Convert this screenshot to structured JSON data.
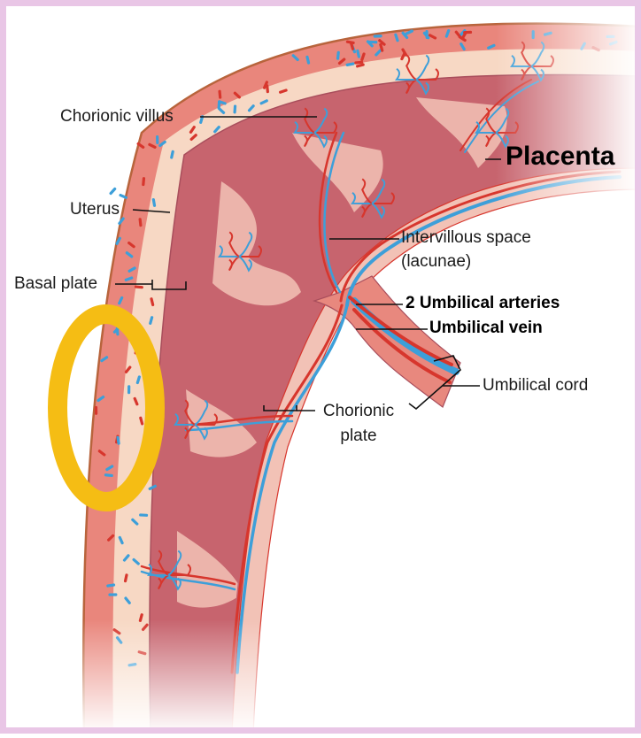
{
  "labels": {
    "chorionic_villus": "Chorionic villus",
    "placenta": "Placenta",
    "uterus": "Uterus",
    "intervillous_line1": "Intervillous space",
    "intervillous_line2": "(lacunae)",
    "basal_plate": "Basal plate",
    "umbilical_arteries": "2 Umbilical arteries",
    "umbilical_vein": "Umbilical vein",
    "umbilical_cord": "Umbilical cord",
    "chorionic_plate_line1": "Chorionic",
    "chorionic_plate_line2": "plate"
  },
  "colors": {
    "background": "#ffffff",
    "frame": "#e9c6e6",
    "uterus_wall": "#e9867c",
    "uterus_outline": "#b8643c",
    "basal_layer": "#f7d8c4",
    "placenta_tissue": "#c7646e",
    "placenta_shadow": "#a94e5c",
    "villus_fill": "#f2c2b6",
    "artery": "#d7362d",
    "vein": "#3d9fd9",
    "cord": "#e8887e",
    "highlight_ellipse": "#f5bd14"
  },
  "annotations": {
    "highlight": "yellow-ellipse"
  }
}
